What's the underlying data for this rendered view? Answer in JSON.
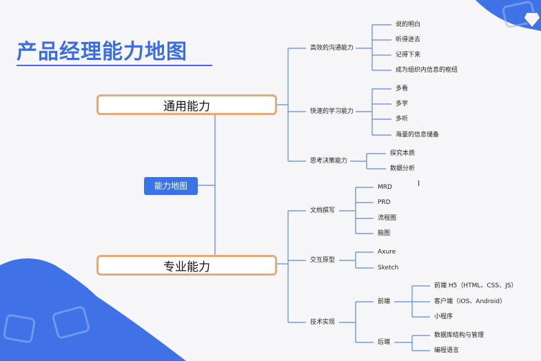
{
  "title": "产品经理能力地图",
  "root": "能力地图",
  "general": {
    "label": "通用能力",
    "branches": [
      {
        "label": "高效的沟通能力",
        "leaves": [
          "说的明白",
          "听得进去",
          "记得下来",
          "成为组织内信息的枢纽"
        ]
      },
      {
        "label": "快速的学习能力",
        "leaves": [
          "多看",
          "多学",
          "多听",
          "海量的信息储备"
        ]
      },
      {
        "label": "思考决策能力",
        "leaves": [
          "探究本质",
          "数据分析"
        ]
      }
    ]
  },
  "professional": {
    "label": "专业能力",
    "branches": [
      {
        "label": "文档撰写",
        "leaves": [
          "MRD",
          "PRD",
          "流程图",
          "脑图"
        ]
      },
      {
        "label": "交互原型",
        "leaves": [
          "Axure",
          "Sketch"
        ]
      },
      {
        "label": "技术实现",
        "subs": [
          {
            "label": "前端",
            "leaves": [
              "前端 H5（HTML、CSS、JS）",
              "客户端（iOS、Android）",
              "小程序"
            ]
          },
          {
            "label": "后端",
            "leaves": [
              "数据库结构与管理",
              "编程语言"
            ]
          }
        ]
      }
    ]
  },
  "colors": {
    "title": "#3a6ee0",
    "line": "#5a86e6",
    "box_border": "#e6a97a",
    "root_fill": "#3a73e8",
    "blob": "#3f72e6"
  }
}
